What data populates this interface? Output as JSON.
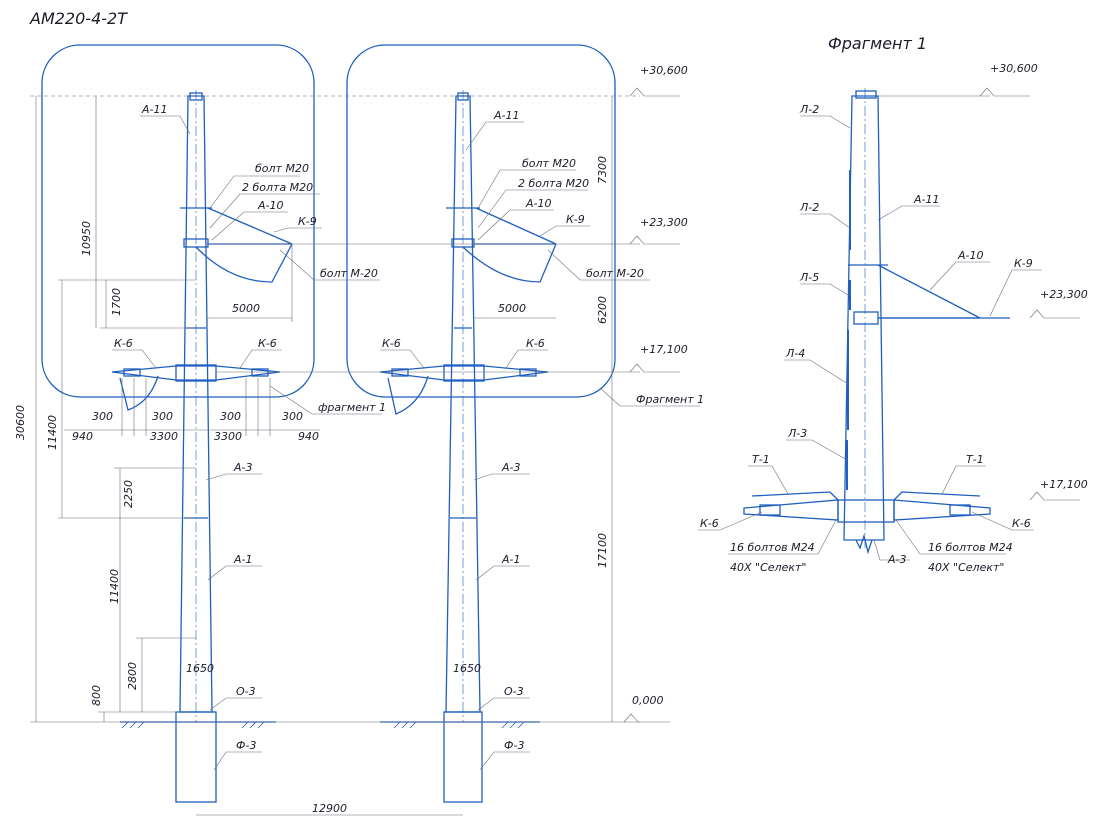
{
  "title": "АМ220-4-2Т",
  "fragment_title": "Фрагмент 1",
  "elevations": {
    "top": "+30,600",
    "traverse_upper": "+23,300",
    "traverse_lower": "+17,100",
    "ground": "0,000"
  },
  "parts": {
    "a11": "А-11",
    "a10": "А-10",
    "k9": "К-9",
    "k6": "К-6",
    "a3": "А-3",
    "a1": "А-1",
    "o3": "О-3",
    "f3": "Ф-3",
    "l2": "Л-2",
    "l5": "Л-5",
    "l4": "Л-4",
    "l3": "Л-3",
    "t1": "Т-1"
  },
  "notes": {
    "bolt_m20": "болт М20",
    "two_bolts_m20": "2 болта М20",
    "bolt_m_20": "болт М-20",
    "fragment_ref": "фрагмент 1",
    "fragment_ref2": "Фрагмент 1",
    "bolts_m24": "16 болтов М24",
    "steel": "40Х \"Селект\""
  },
  "dims": {
    "d10950": "10950",
    "d1700": "1700",
    "d5000": "5000",
    "d300": "300",
    "d940": "940",
    "d3300": "3300",
    "d11400": "11400",
    "d2250": "2250",
    "d2800": "2800",
    "d1650": "1650",
    "d800": "800",
    "d30600": "30600",
    "d12900": "12900",
    "d7300": "7300",
    "d6200": "6200",
    "d17100": "17100"
  }
}
